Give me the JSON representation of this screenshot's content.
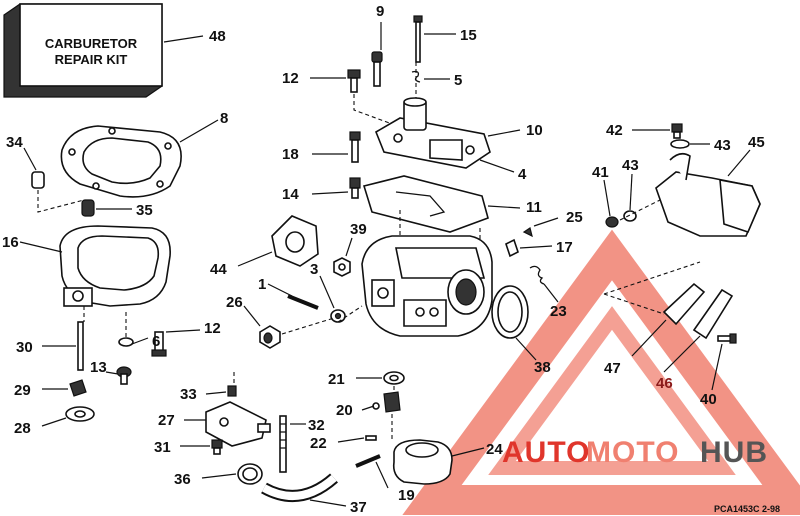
{
  "repair_kit": {
    "line1": "CARBURETOR",
    "line2": "REPAIR KIT"
  },
  "callouts": {
    "c1": "1",
    "c3": "3",
    "c4": "4",
    "c5": "5",
    "c6": "6",
    "c8": "8",
    "c9": "9",
    "c10": "10",
    "c11": "11",
    "c12a": "12",
    "c12b": "12",
    "c13": "13",
    "c14": "14",
    "c15": "15",
    "c16": "16",
    "c17": "17",
    "c18": "18",
    "c19": "19",
    "c20": "20",
    "c21": "21",
    "c22": "22",
    "c23": "23",
    "c24": "24",
    "c25": "25",
    "c26": "26",
    "c27": "27",
    "c28": "28",
    "c29": "29",
    "c30": "30",
    "c31": "31",
    "c32": "32",
    "c33": "33",
    "c34": "34",
    "c35": "35",
    "c36": "36",
    "c37": "37",
    "c38": "38",
    "c39": "39",
    "c40": "40",
    "c41": "41",
    "c42": "42",
    "c43a": "43",
    "c43b": "43",
    "c44": "44",
    "c45": "45",
    "c46": "46",
    "c47": "47",
    "c48": "48"
  },
  "drawing_code": "PCA1453C  2-98",
  "watermark": {
    "part1": "AUTO",
    "part2": "MOTO",
    "part3": "HUB"
  },
  "colors": {
    "ink": "#111111",
    "watermark_red": "#e0352b",
    "watermark_red_light": "#f08070",
    "watermark_gray": "#555555",
    "callout_red": "#8b1a1a"
  }
}
